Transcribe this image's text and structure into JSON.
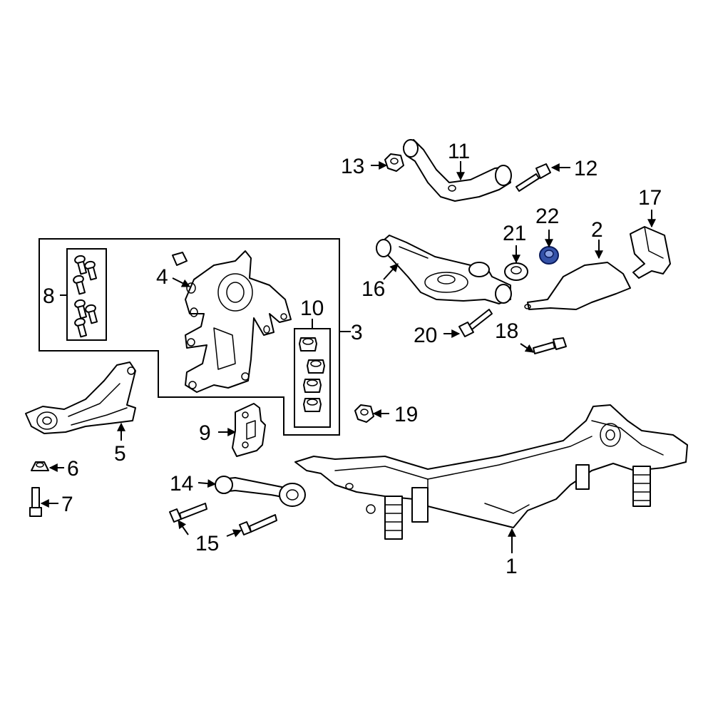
{
  "callouts": {
    "c1": "1",
    "c2": "2",
    "c3": "3",
    "c4": "4",
    "c5": "5",
    "c6": "6",
    "c7": "7",
    "c8": "8",
    "c9": "9",
    "c10": "10",
    "c11": "11",
    "c12": "12",
    "c13": "13",
    "c14": "14",
    "c15": "15",
    "c16": "16",
    "c17": "17",
    "c18": "18",
    "c19": "19",
    "c20": "20",
    "c21": "21",
    "c22": "22"
  },
  "colors": {
    "line": "#000000",
    "background": "#ffffff",
    "highlight": "#3552a8"
  },
  "highlighted_part": "22"
}
